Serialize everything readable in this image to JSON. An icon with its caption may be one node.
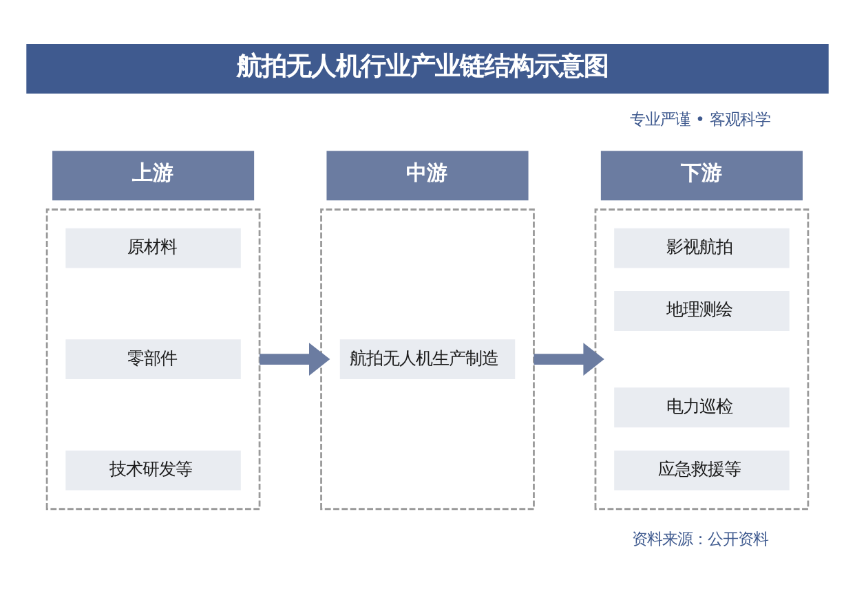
{
  "diagram": {
    "title": "航拍无人机行业产业链结构示意图",
    "nodes": [
      {
        "text": [
          "上游"
        ]
      },
      {
        "text": [
          "中游"
        ]
      },
      {
        "text": [
          "下游"
        ]
      },
      {
        "text": [],
        "shape": "box"
      },
      {
        "text": [
          "原材料"
        ],
        "in": 3
      },
      {
        "text": [
          "零部件"
        ],
        "in": 3
      },
      {
        "text": [
          "技术研发等"
        ],
        "in": 3
      },
      {
        "text": [],
        "shape": "box"
      },
      {
        "text": [
          "航拍无人机生产制造"
        ],
        "in": 7
      },
      {
        "text": [],
        "shape": "box"
      },
      {
        "text": [
          "影视航拍"
        ],
        "in": 9
      },
      {
        "text": [
          "地理测绘"
        ],
        "in": 9
      },
      {
        "text": [
          "电力巡检"
        ],
        "in": 9
      },
      {
        "text": [
          "应急救援等"
        ],
        "in": 9
      }
    ],
    "edges": [
      {
        "from": 3,
        "to": 7,
        "arrow": "to"
      },
      {
        "from": 7,
        "to": 9,
        "arrow": "to"
      }
    ],
    "labels": [
      "专业严谨 • 客观科学",
      "资料来源：公开资料"
    ]
  }
}
